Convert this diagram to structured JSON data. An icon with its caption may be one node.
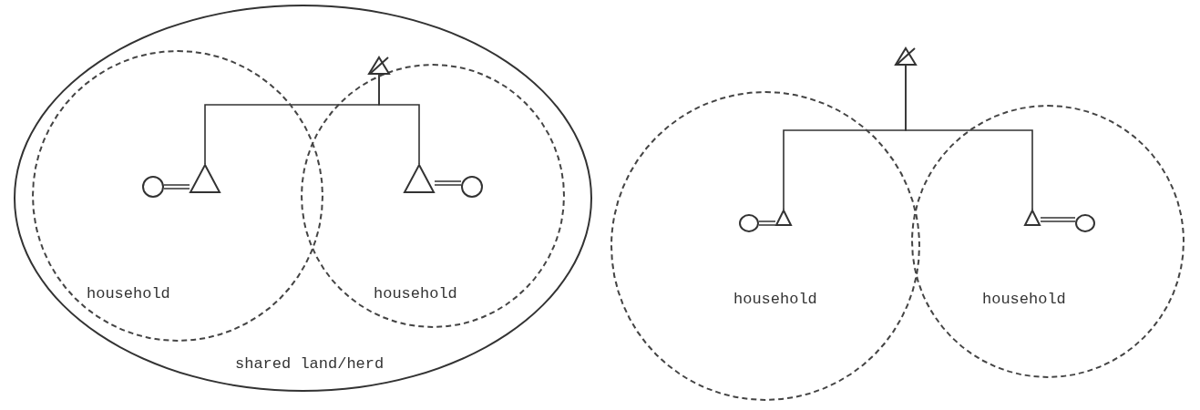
{
  "diagram": {
    "nodes": [
      {
        "text": [
          "shared land/herd"
        ]
      },
      {
        "text": [
          "household"
        ],
        "in": 0
      },
      {
        "text": [
          "household"
        ],
        "in": 0
      },
      {
        "text": [],
        "shape": "triangle",
        "in": 0
      },
      {
        "text": [],
        "shape": "circle",
        "in": 1
      },
      {
        "text": [],
        "shape": "triangle",
        "in": 1
      },
      {
        "text": [],
        "shape": "triangle",
        "in": 2
      },
      {
        "text": [],
        "shape": "circle",
        "in": 2
      },
      {
        "text": [
          "household"
        ]
      },
      {
        "text": [
          "household"
        ]
      },
      {
        "text": [],
        "shape": "triangle"
      },
      {
        "text": [],
        "shape": "circle",
        "in": 8
      },
      {
        "text": [],
        "shape": "triangle",
        "in": 8
      },
      {
        "text": [],
        "shape": "triangle",
        "in": 9
      },
      {
        "text": [],
        "shape": "circle",
        "in": 9
      }
    ],
    "edges": [
      {
        "from": 3,
        "to": 5,
        "arrow": "none"
      },
      {
        "from": 3,
        "to": 6,
        "arrow": "none"
      },
      {
        "from": 4,
        "to": 5,
        "arrow": "none"
      },
      {
        "from": 6,
        "to": 7,
        "arrow": "none"
      },
      {
        "from": 10,
        "to": 12,
        "arrow": "none"
      },
      {
        "from": 10,
        "to": 13,
        "arrow": "none"
      },
      {
        "from": 11,
        "to": 12,
        "arrow": "none"
      },
      {
        "from": 13,
        "to": 14,
        "arrow": "none"
      }
    ]
  }
}
